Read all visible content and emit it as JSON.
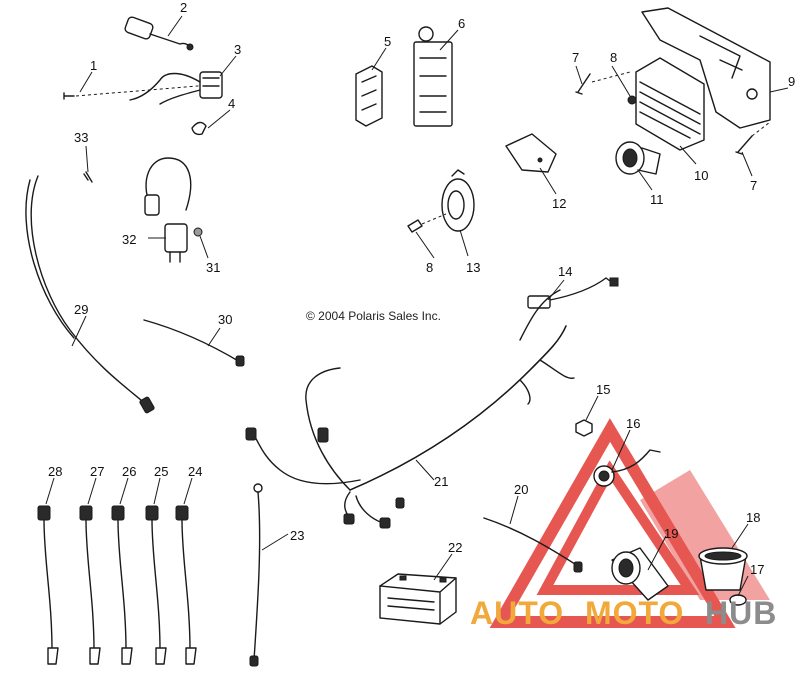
{
  "copyright": "© 2004 Polaris Sales Inc.",
  "watermark": {
    "text_auto": "AUTO",
    "text_moto": "MOTO",
    "text_hub": "HUB",
    "colors": {
      "triangle": "#e23a35",
      "auto": "#f2a93b",
      "moto": "#f2a93b",
      "hub": "#8c8c8c"
    }
  },
  "callouts": [
    "1",
    "2",
    "3",
    "4",
    "5",
    "6",
    "7",
    "7",
    "8",
    "8",
    "9",
    "10",
    "11",
    "12",
    "13",
    "14",
    "15",
    "16",
    "17",
    "18",
    "19",
    "20",
    "21",
    "22",
    "23",
    "24",
    "25",
    "26",
    "27",
    "28",
    "29",
    "30",
    "31",
    "32",
    "33"
  ]
}
